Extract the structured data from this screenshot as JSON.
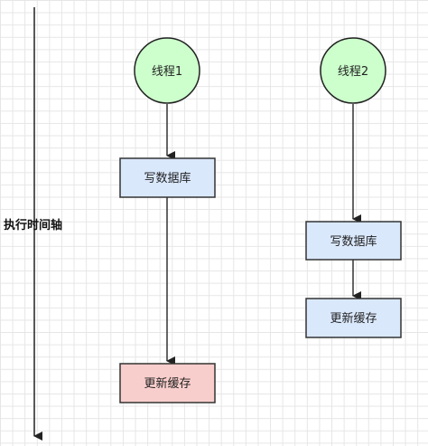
{
  "timeline": {
    "label": "执行时间轴"
  },
  "thread1": {
    "node_label": "线程1",
    "steps": [
      {
        "label": "写数据库"
      },
      {
        "label": "更新缓存"
      }
    ]
  },
  "thread2": {
    "node_label": "线程2",
    "steps": [
      {
        "label": "写数据库"
      },
      {
        "label": "更新缓存"
      }
    ]
  },
  "colors": {
    "thread_node_fill": "#ccffcc",
    "step_fill": "#dae8fc",
    "highlight_step_fill": "#f8cecc",
    "line": "#333333"
  }
}
